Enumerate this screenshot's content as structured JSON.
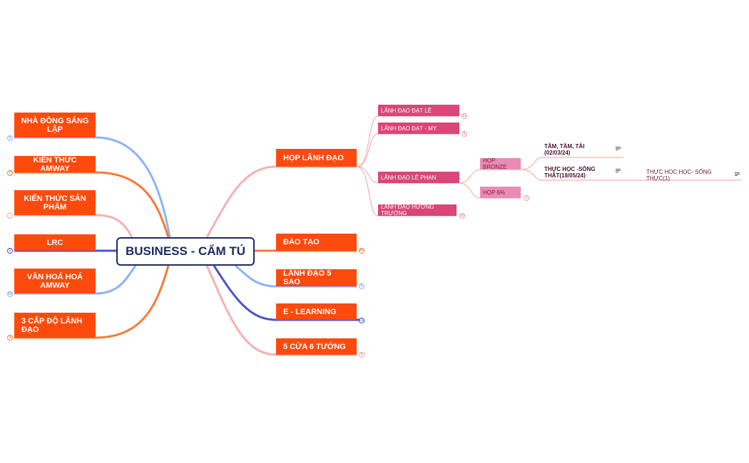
{
  "central": {
    "title": "BUSINESS - CẨM TÚ"
  },
  "left_branches": [
    {
      "label": "NHÀ ĐỒNG SÁNG LẬP",
      "badge": "6"
    },
    {
      "label": "KIẾN THỨC AMWAY",
      "badge": "2"
    },
    {
      "label": "KIẾN THỨC SẢN PHẨM",
      "badge": ""
    },
    {
      "label": "LRC",
      "badge": "2"
    },
    {
      "label": "VĂN HOÁ HOÁ AMWAY",
      "badge": "10"
    },
    {
      "label": "3 CẤP ĐỘ LÃNH ĐẠO",
      "badge": "4"
    }
  ],
  "right_branches": [
    {
      "label": "HỌP LÃNH ĐẠO",
      "badge": ""
    },
    {
      "label": "ĐÀO TẠO",
      "badge": "47"
    },
    {
      "label": "LÃNH ĐẠO 5 SAO",
      "badge": "5"
    },
    {
      "label": "E - LEARNING",
      "badge": "111"
    },
    {
      "label": "5 CỬA 6 TƯỚNG",
      "badge": "5"
    }
  ],
  "hop_lanh_dao_children": [
    {
      "label": "LÃNH ĐẠO ĐẠT LÊ",
      "badge": "11"
    },
    {
      "label": "LÃNH ĐẠO ĐẠT - MY",
      "badge": "6"
    },
    {
      "label": "LÃNH ĐẠO LÊ PHAN",
      "badge": ""
    },
    {
      "label": "LÃNH ĐẠO HƯƠNG TRƯỜNG",
      "badge": "10"
    }
  ],
  "le_phan_children": [
    {
      "label": "HỌP BRONZE",
      "badge": ""
    },
    {
      "label": "HỌP 6%",
      "badge": "1"
    }
  ],
  "bronze_children": [
    {
      "label": "TÂM, TẦM, TÀI (02/03/24)"
    },
    {
      "label": "THỰC HỌC -SỐNG THẬT(18/05/24)"
    }
  ],
  "song_that_child": {
    "label": "THỰC HỌC HỌC- SỐNG THỰC(1)"
  },
  "colors": {
    "node": "#ff4a0d",
    "central_border": "#1f2a5c",
    "pink_node": "#d94677",
    "light_pink_node": "#e98bb5",
    "link_blue": "#8ab4f8",
    "link_orange": "#f57a3a",
    "link_pink": "#f7b0b0",
    "link_indigo": "#4a54c8"
  }
}
